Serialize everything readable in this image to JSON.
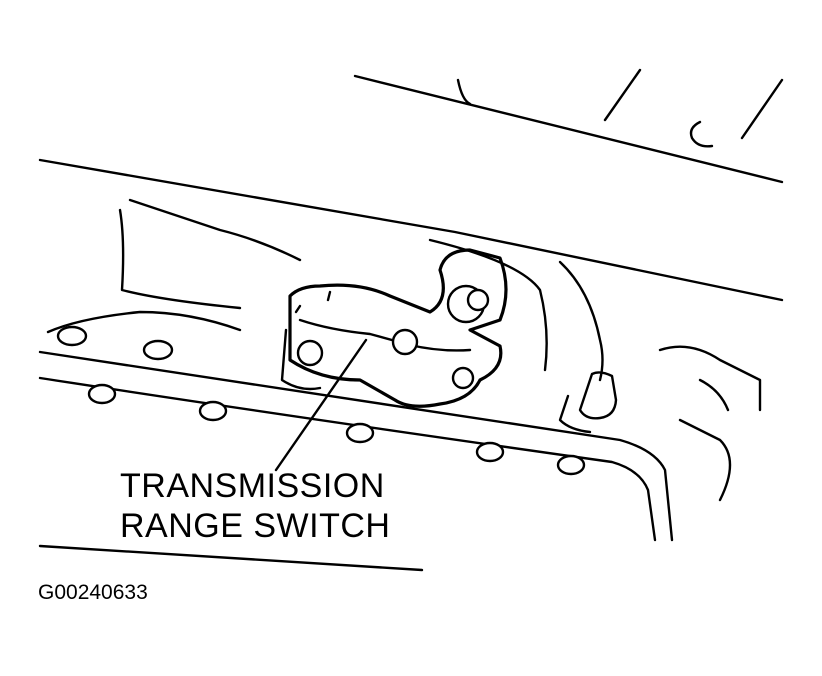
{
  "callout": {
    "line1": "TRANSMISSION",
    "line2": "RANGE SWITCH"
  },
  "figure_id": "G00240633",
  "colors": {
    "ink": "#000000",
    "paper": "#ffffff"
  }
}
